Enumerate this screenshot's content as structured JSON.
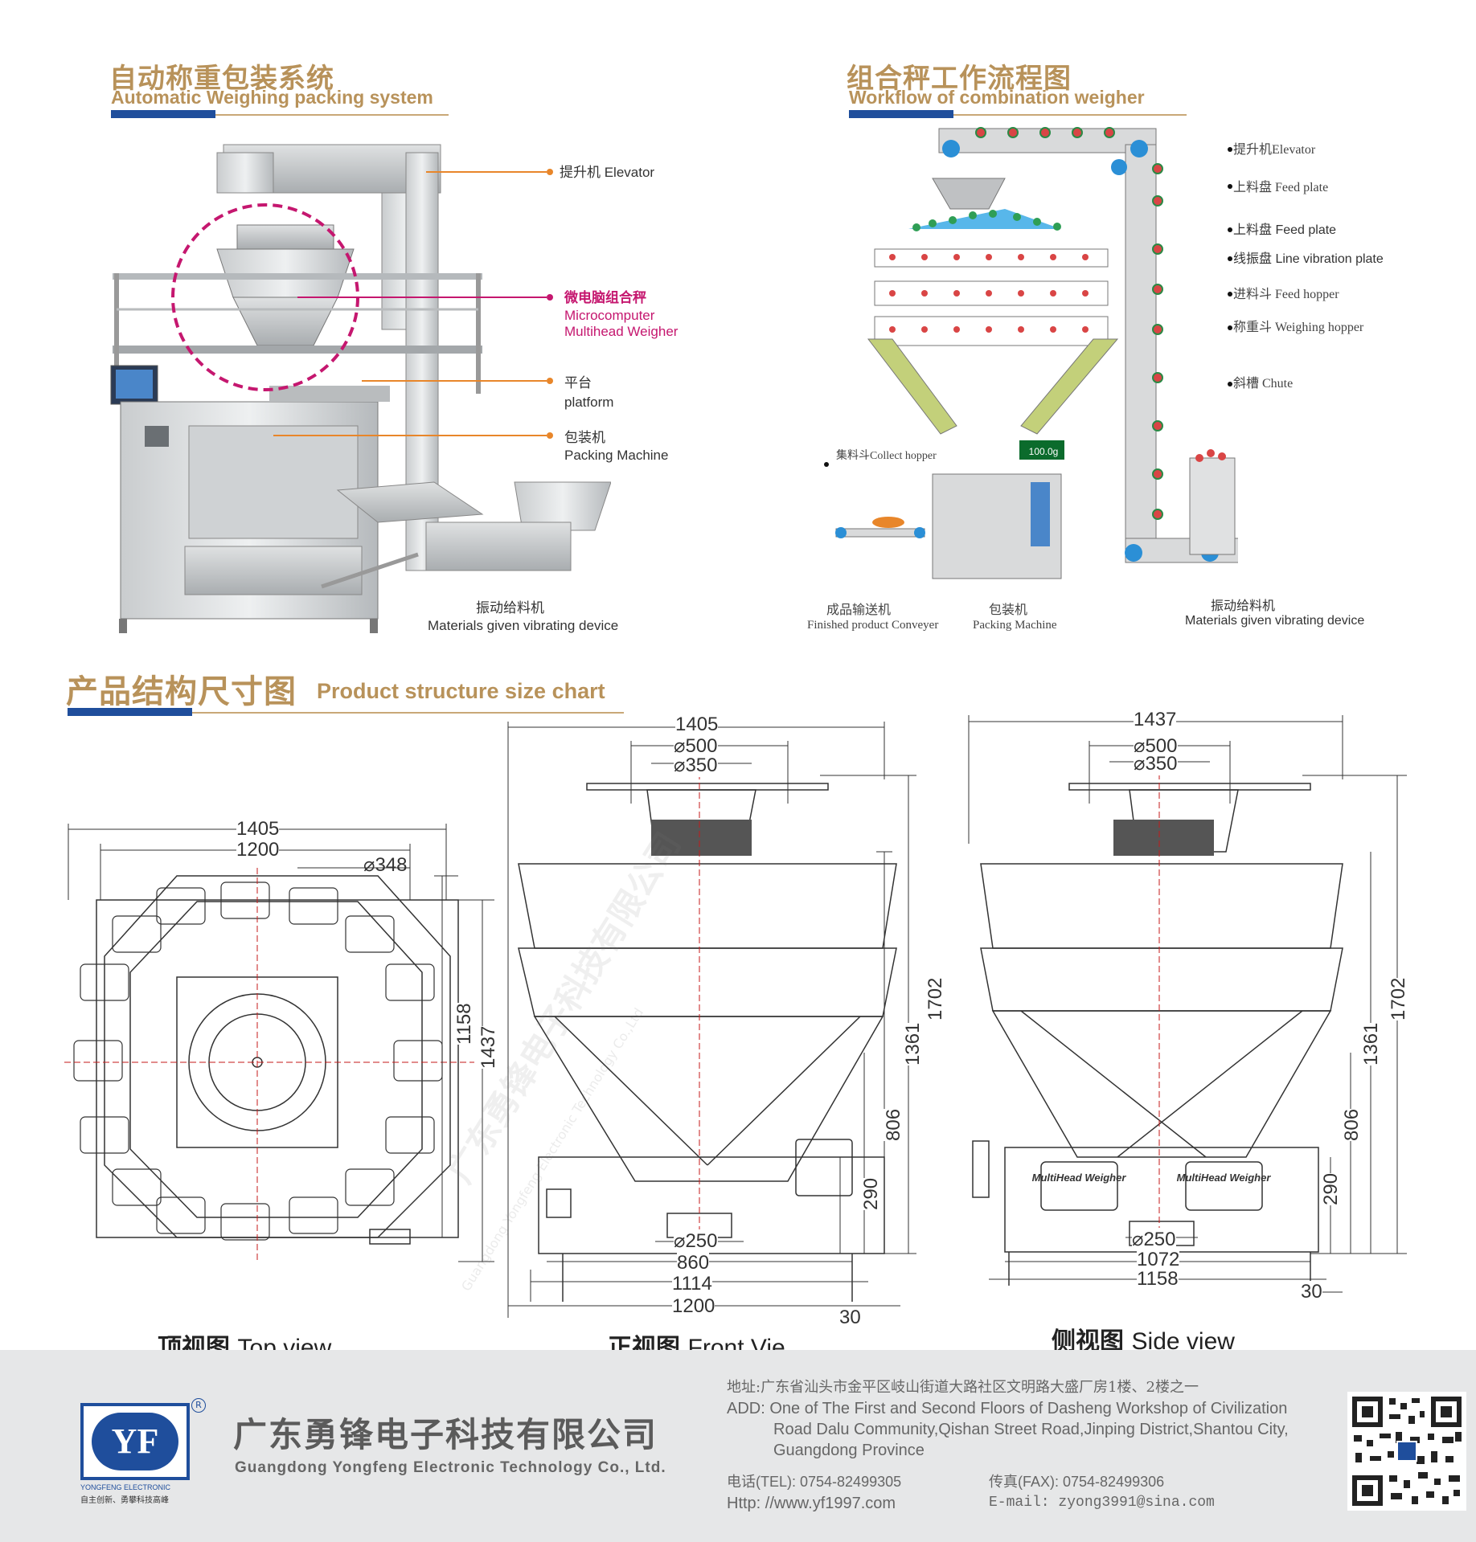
{
  "section1": {
    "title_cn": "自动称重包装系统",
    "title_en": "Automatic Weighing packing system"
  },
  "section2": {
    "title_cn": "组合秤工作流程图",
    "title_en": "Workflow of combination weigher"
  },
  "section3": {
    "title_cn": "产品结构尺寸图",
    "title_en": "Product structure size chart"
  },
  "system_labels": {
    "elevator": "提升机  Elevator",
    "weigher_cn": "微电脑组合秤",
    "weigher_en1": "Microcomputer",
    "weigher_en2": "Multihead Weigher",
    "platform_cn": "平台",
    "platform_en": "platform",
    "packing_cn": "包装机",
    "packing_en": "Packing Machine",
    "vibrating_cn": "振动给料机",
    "vibrating_en": "Materials given vibrating device"
  },
  "workflow_labels": {
    "elevator": "提升机Elevator",
    "feed_plate_1": "上料盘 Feed plate",
    "feed_plate_2": "上料盘 Feed plate",
    "line_vibration": "线振盘 Line vibration  plate",
    "feed_hopper": "进料斗 Feed hopper",
    "weighing_hopper": "称重斗 Weighing hopper",
    "chute": "斜槽 Chute",
    "collect_hopper": "集料斗Collect hopper",
    "weight_display": "100.0g",
    "conveyer_cn": "成品输送机",
    "conveyer_en": "Finished product Conveyer",
    "packing_cn": "包装机",
    "packing_en": "Packing Machine",
    "vibrating_cn": "振动给料机",
    "vibrating_en": "Materials given vibrating device"
  },
  "top_view": {
    "title_cn": "顶视图",
    "title_en": "Top view",
    "dims": {
      "w1": "1405",
      "w2": "1200",
      "dia": "⌀348",
      "h1": "1158",
      "h2": "1437"
    }
  },
  "front_view": {
    "title_cn": "正视图",
    "title_en": "Front Vie",
    "dims": {
      "w_top": "1405",
      "d500": "⌀500",
      "d350": "⌀350",
      "h1702": "1702",
      "h1361": "1361",
      "h806": "806",
      "h290": "290",
      "d250": "⌀250",
      "w860": "860",
      "w1114": "1114",
      "w1200": "1200",
      "w30": "30"
    }
  },
  "side_view": {
    "title_cn": "侧视图",
    "title_en": "Side view",
    "dims": {
      "w_top": "1437",
      "d500": "⌀500",
      "d350": "⌀350",
      "h1702": "1702",
      "h1361": "1361",
      "h806": "806",
      "h290": "290",
      "d250": "⌀250",
      "w1072": "1072",
      "w1158": "1158",
      "w30": "30"
    },
    "panel_text": "MultiHead Weigher"
  },
  "company": {
    "logo_letters": "YF",
    "logo_caption1": "YONGFENG ELECTRONIC",
    "logo_caption2": "自主创新、勇攀科技高峰",
    "name_cn": "广东勇锋电子科技有限公司",
    "name_en": "Guangdong Yongfeng Electronic Technology Co., Ltd.",
    "address_cn": "地址:广东省汕头市金平区岐山街道大路社区文明路大盛厂房1楼、2楼之一",
    "address_en_1": "ADD: One of The First and Second Floors of Dasheng Workshop  of Civilization",
    "address_en_2": "Road Dalu Community,Qishan Street Road,Jinping District,Shantou City,",
    "address_en_3": "Guangdong Province",
    "tel": "电话(TEL): 0754-82499305",
    "fax": "传真(FAX): 0754-82499306",
    "web": "Http: //www.yf1997.com",
    "email": "E-mail: zyong3991@sina.com"
  },
  "watermark": {
    "cn": "广东勇锋电子科技有限公司",
    "en": "Guangdong Yongfeng Electronic Technology Co.,Ltd"
  }
}
